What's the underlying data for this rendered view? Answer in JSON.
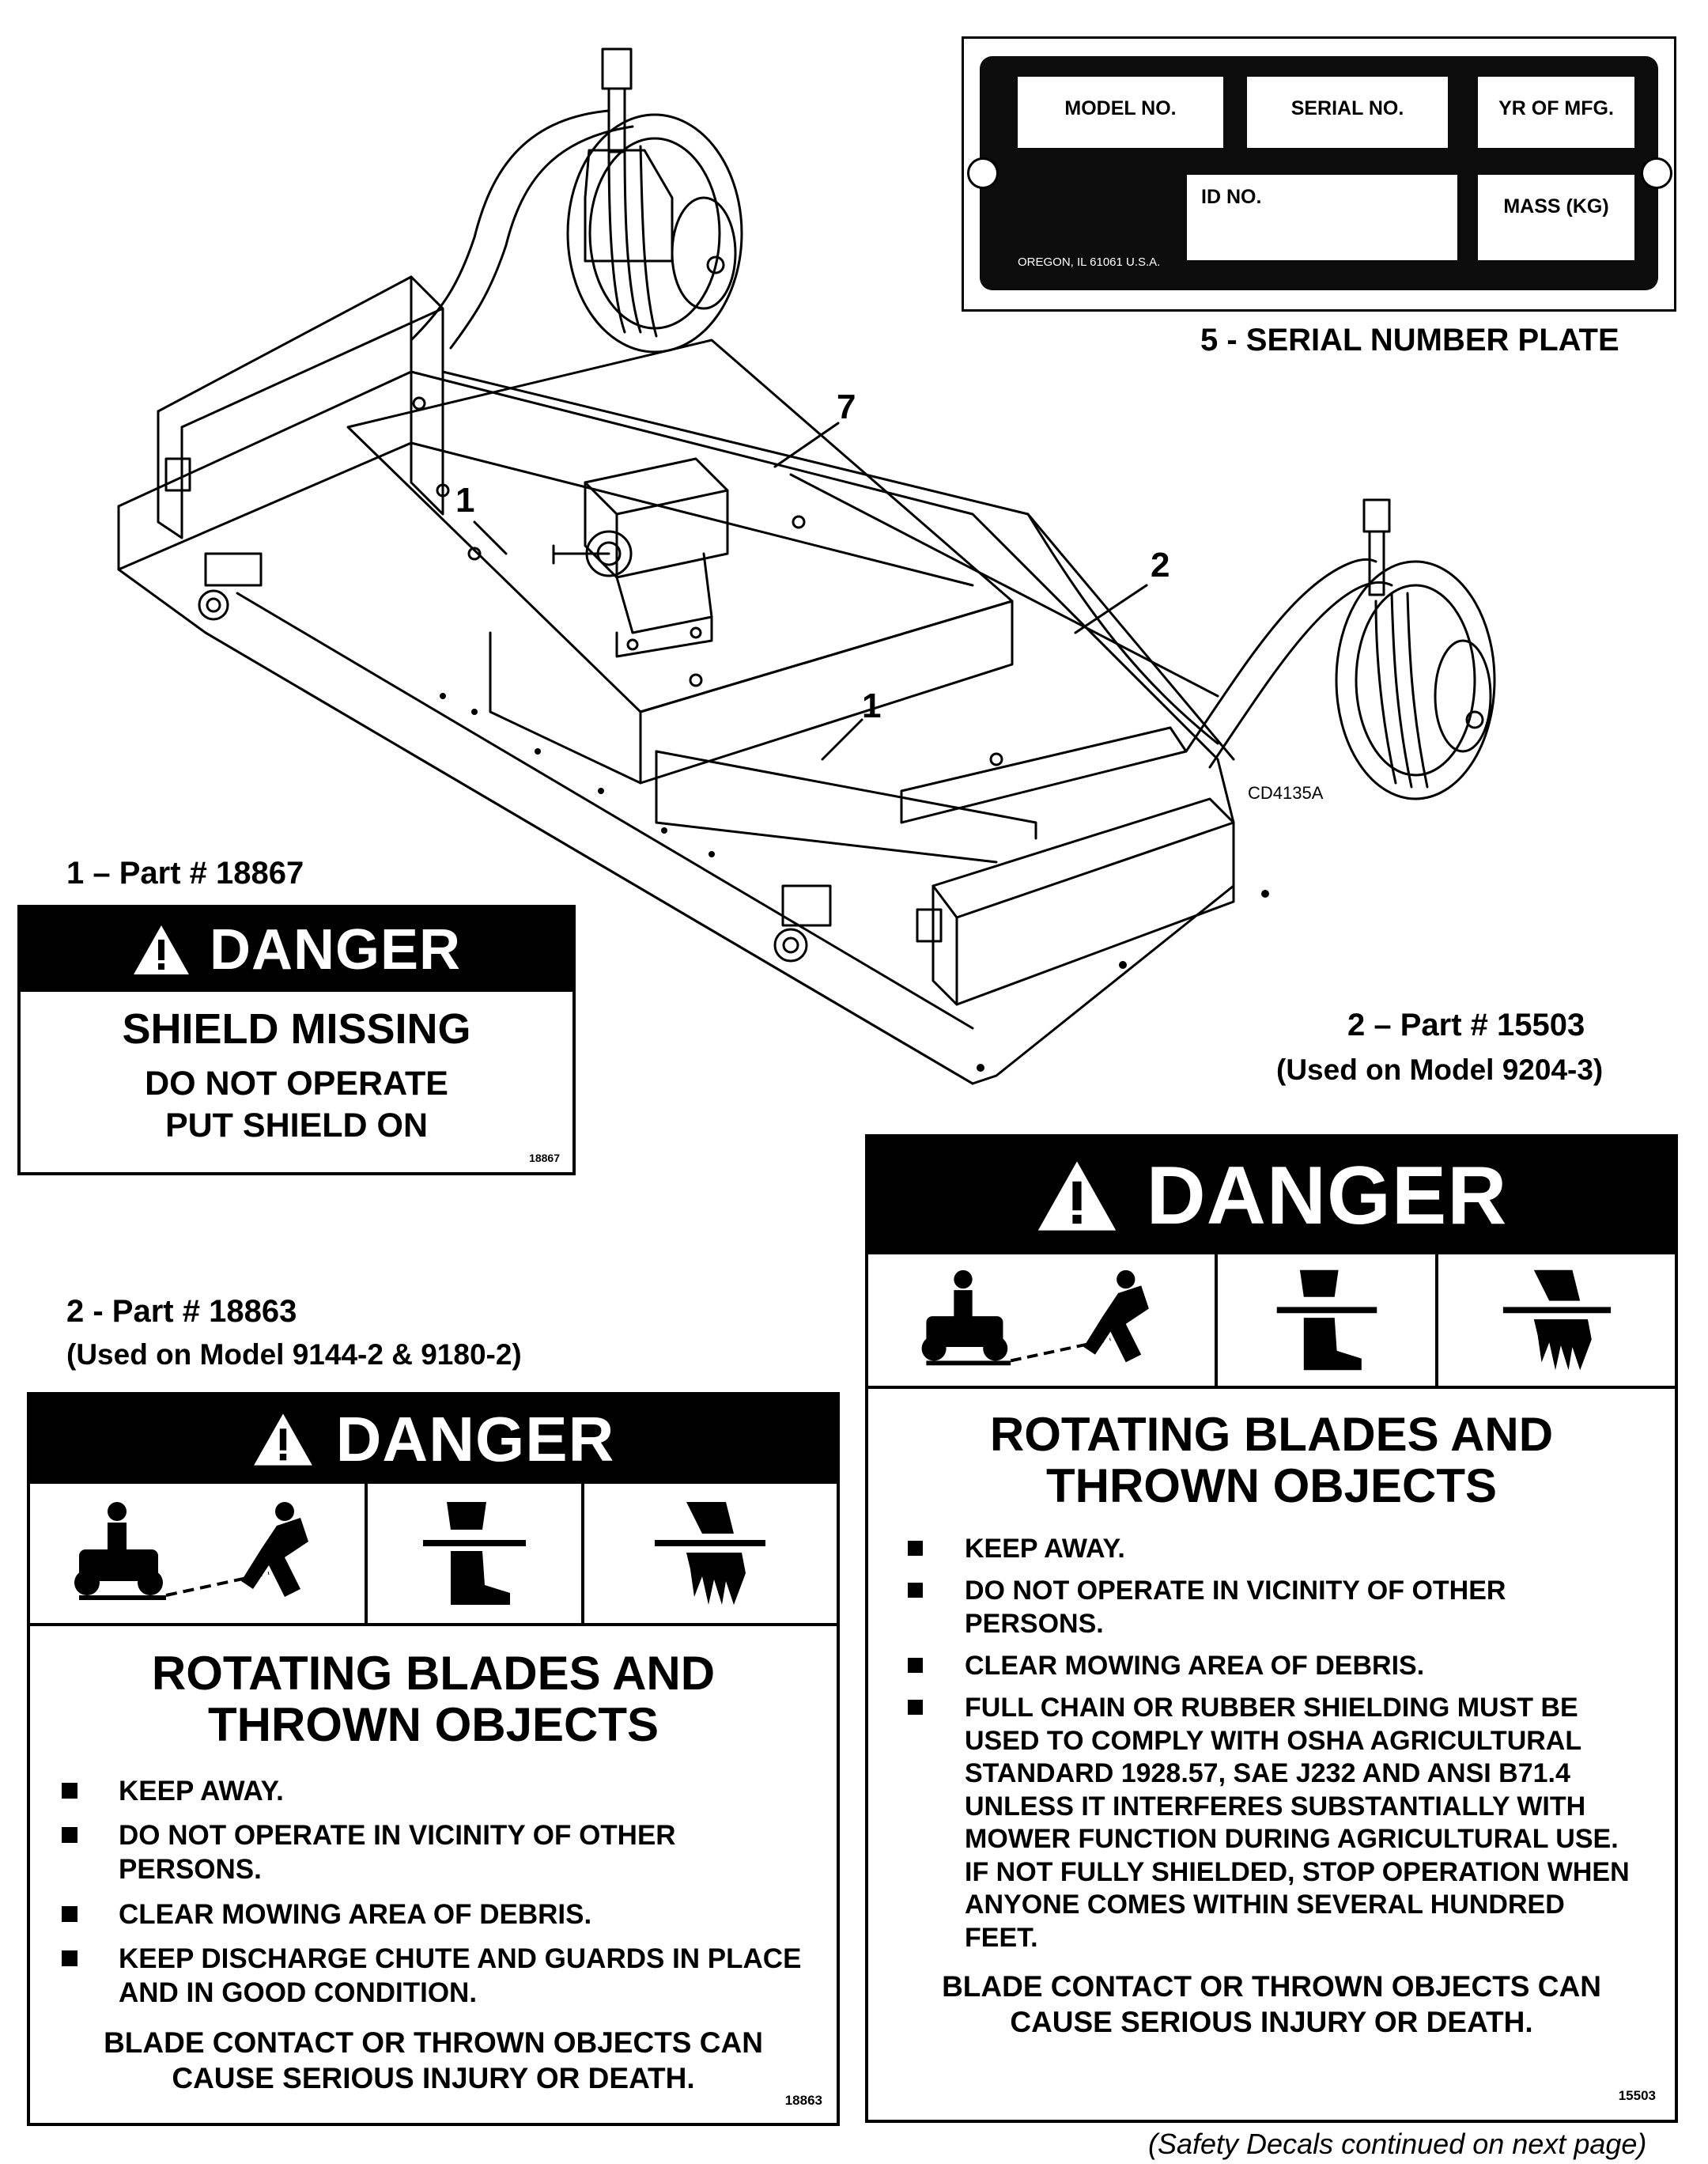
{
  "serial_plate": {
    "model_label": "MODEL NO.",
    "serial_label": "SERIAL NO.",
    "year_label": "YR OF MFG.",
    "id_label": "ID NO.",
    "mass_label": "MASS (KG)",
    "address": "OREGON, IL 61061 U.S.A.",
    "caption": "5 - SERIAL NUMBER PLATE"
  },
  "diagram": {
    "callout_7": "7",
    "callout_1a": "1",
    "callout_1b": "1",
    "callout_2": "2",
    "drawing_code": "CD4135A"
  },
  "decal_1": {
    "caption": "1 – Part # 18867",
    "header": "DANGER",
    "title": "SHIELD MISSING",
    "line1": "DO NOT OPERATE",
    "line2": "PUT SHIELD ON",
    "part_no": "18867"
  },
  "decal_2a": {
    "caption": "2 - Part # 18863",
    "subcaption": "(Used on Model 9144-2 & 9180-2)",
    "header": "DANGER",
    "title_line1": "ROTATING BLADES AND",
    "title_line2": "THROWN OBJECTS",
    "bullets": [
      "KEEP AWAY.",
      "DO NOT OPERATE IN VICINITY OF OTHER PERSONS.",
      "CLEAR MOWING AREA OF DEBRIS.",
      "KEEP DISCHARGE CHUTE AND GUARDS IN PLACE AND IN GOOD CONDITION."
    ],
    "footer_line1": "BLADE CONTACT OR THROWN OBJECTS CAN",
    "footer_line2": "CAUSE SERIOUS INJURY OR DEATH.",
    "part_no": "18863"
  },
  "decal_2b": {
    "caption": "2 – Part # 15503",
    "subcaption": "(Used on Model 9204-3)",
    "header": "DANGER",
    "title_line1": "ROTATING BLADES AND",
    "title_line2": "THROWN OBJECTS",
    "bullets": [
      "KEEP AWAY.",
      "DO NOT OPERATE IN VICINITY OF OTHER PERSONS.",
      "CLEAR MOWING AREA OF DEBRIS.",
      "FULL CHAIN OR RUBBER SHIELDING MUST BE USED TO COMPLY WITH OSHA AGRICULTURAL STANDARD 1928.57, SAE J232 AND ANSI B71.4 UNLESS IT INTERFERES SUBSTANTIALLY WITH MOWER FUNCTION DURING AGRICULTURAL USE. IF NOT FULLY SHIELDED, STOP OPERATION WHEN ANYONE COMES WITHIN SEVERAL HUNDRED FEET."
    ],
    "footer_line1": "BLADE CONTACT OR THROWN OBJECTS CAN",
    "footer_line2": "CAUSE SERIOUS INJURY OR DEATH.",
    "part_no": "15503"
  },
  "page_footer": "(Safety Decals continued on next page)"
}
